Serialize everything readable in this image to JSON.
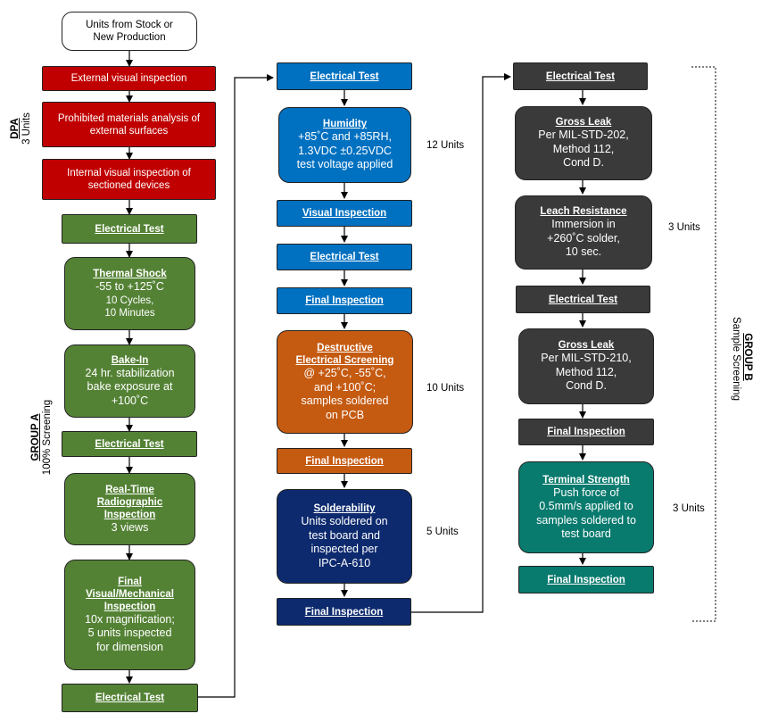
{
  "start": "Units from Stock or New Production",
  "dpa": {
    "label": "DPA",
    "count": "3 Units",
    "steps": [
      "External visual inspection",
      "Prohibited materials analysis of external surfaces",
      "Internal visual inspection of sectioned devices"
    ]
  },
  "group_a": {
    "label": "GROUP A",
    "sub": "100% Screening",
    "electrical_test_1": "Electrical Test",
    "thermal_shock": {
      "title": "Thermal Shock",
      "l1": "-55 to +125˚C",
      "l2": "10 Cycles,",
      "l3": "10 Minutes"
    },
    "bake_in": {
      "title": "Bake-In",
      "l1": "24 hr. stabilization",
      "l2": "bake exposure at",
      "l3": "+100˚C"
    },
    "electrical_test_2": "Electrical Test",
    "radiographic": {
      "title1": "Real-Time",
      "title2": "Radiographic",
      "title3": "Inspection",
      "l1": "3 views"
    },
    "final_vm": {
      "title1": "Final",
      "title2": "Visual/Mechanical",
      "title3": "Inspection",
      "l1": "10x magnification;",
      "l2": "5 units inspected",
      "l3": "for dimension"
    },
    "electrical_test_3": "Electrical Test"
  },
  "col2": {
    "electrical_test": "Electrical Test",
    "humidity": {
      "title": "Humidity",
      "l1": "+85˚C and +85RH,",
      "l2": "1.3VDC ±0.25VDC",
      "l3": "test voltage applied"
    },
    "humidity_units": "12 Units",
    "visual_inspection": "Visual Inspection",
    "electrical_test_2": "Electrical Test",
    "final_inspection_1": "Final Inspection",
    "destructive": {
      "title1": "Destructive",
      "title2": "Electrical Screening",
      "l1": "@ +25˚C, -55˚C,",
      "l2": "and +100˚C;",
      "l3": "samples soldered",
      "l4": "on PCB"
    },
    "destructive_units": "10 Units",
    "final_inspection_2": "Final Inspection",
    "solderability": {
      "title": "Solderability",
      "l1": "Units soldered on",
      "l2": "test board and",
      "l3": "inspected per",
      "l4": "IPC-A-610"
    },
    "solderability_units": "5 Units",
    "final_inspection_3": "Final Inspection"
  },
  "col3": {
    "electrical_test": "Electrical Test",
    "gross_leak_1": {
      "title": "Gross Leak",
      "l1": "Per MIL-STD-202,",
      "l2": "Method 112,",
      "l3": "Cond D."
    },
    "leach": {
      "title": "Leach Resistance",
      "l1": "Immersion in",
      "l2": "+260˚C solder,",
      "l3": "10 sec."
    },
    "leach_units": "3 Units",
    "electrical_test_2": "Electrical Test",
    "gross_leak_2": {
      "title": "Gross Leak",
      "l1": "Per MIL-STD-210,",
      "l2": "Method 112,",
      "l3": "Cond D."
    },
    "final_inspection_1": "Final Inspection",
    "terminal": {
      "title": "Terminal Strength",
      "l1": "Push force of",
      "l2": "0.5mm/s applied to",
      "l3": "samples soldered to",
      "l4": "test board"
    },
    "terminal_units": "3 Units",
    "final_inspection_2": "Final Inspection"
  },
  "group_b": {
    "label": "GROUP B",
    "sub": "Sample Screening"
  },
  "colors": {
    "red": "#c00000",
    "green": "#548235",
    "blue": "#0070c0",
    "orange": "#c55a11",
    "navy": "#0d2a6e",
    "dark_gray": "#3a3a3a",
    "teal": "#087a6e"
  }
}
